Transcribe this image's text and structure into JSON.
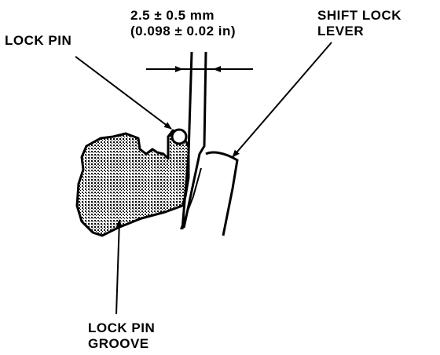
{
  "labels": {
    "dimension_line1": "2.5 ± 0.5 mm",
    "dimension_line2": "(0.098 ± 0.02 in)",
    "lock_pin": "LOCK PIN",
    "shift_lock_line1": "SHIFT LOCK",
    "shift_lock_line2": "LEVER",
    "groove_line1": "LOCK PIN",
    "groove_line2": "GROOVE"
  },
  "colors": {
    "ink": "#000000",
    "paper": "#ffffff",
    "shading": "#7a7a7a"
  }
}
